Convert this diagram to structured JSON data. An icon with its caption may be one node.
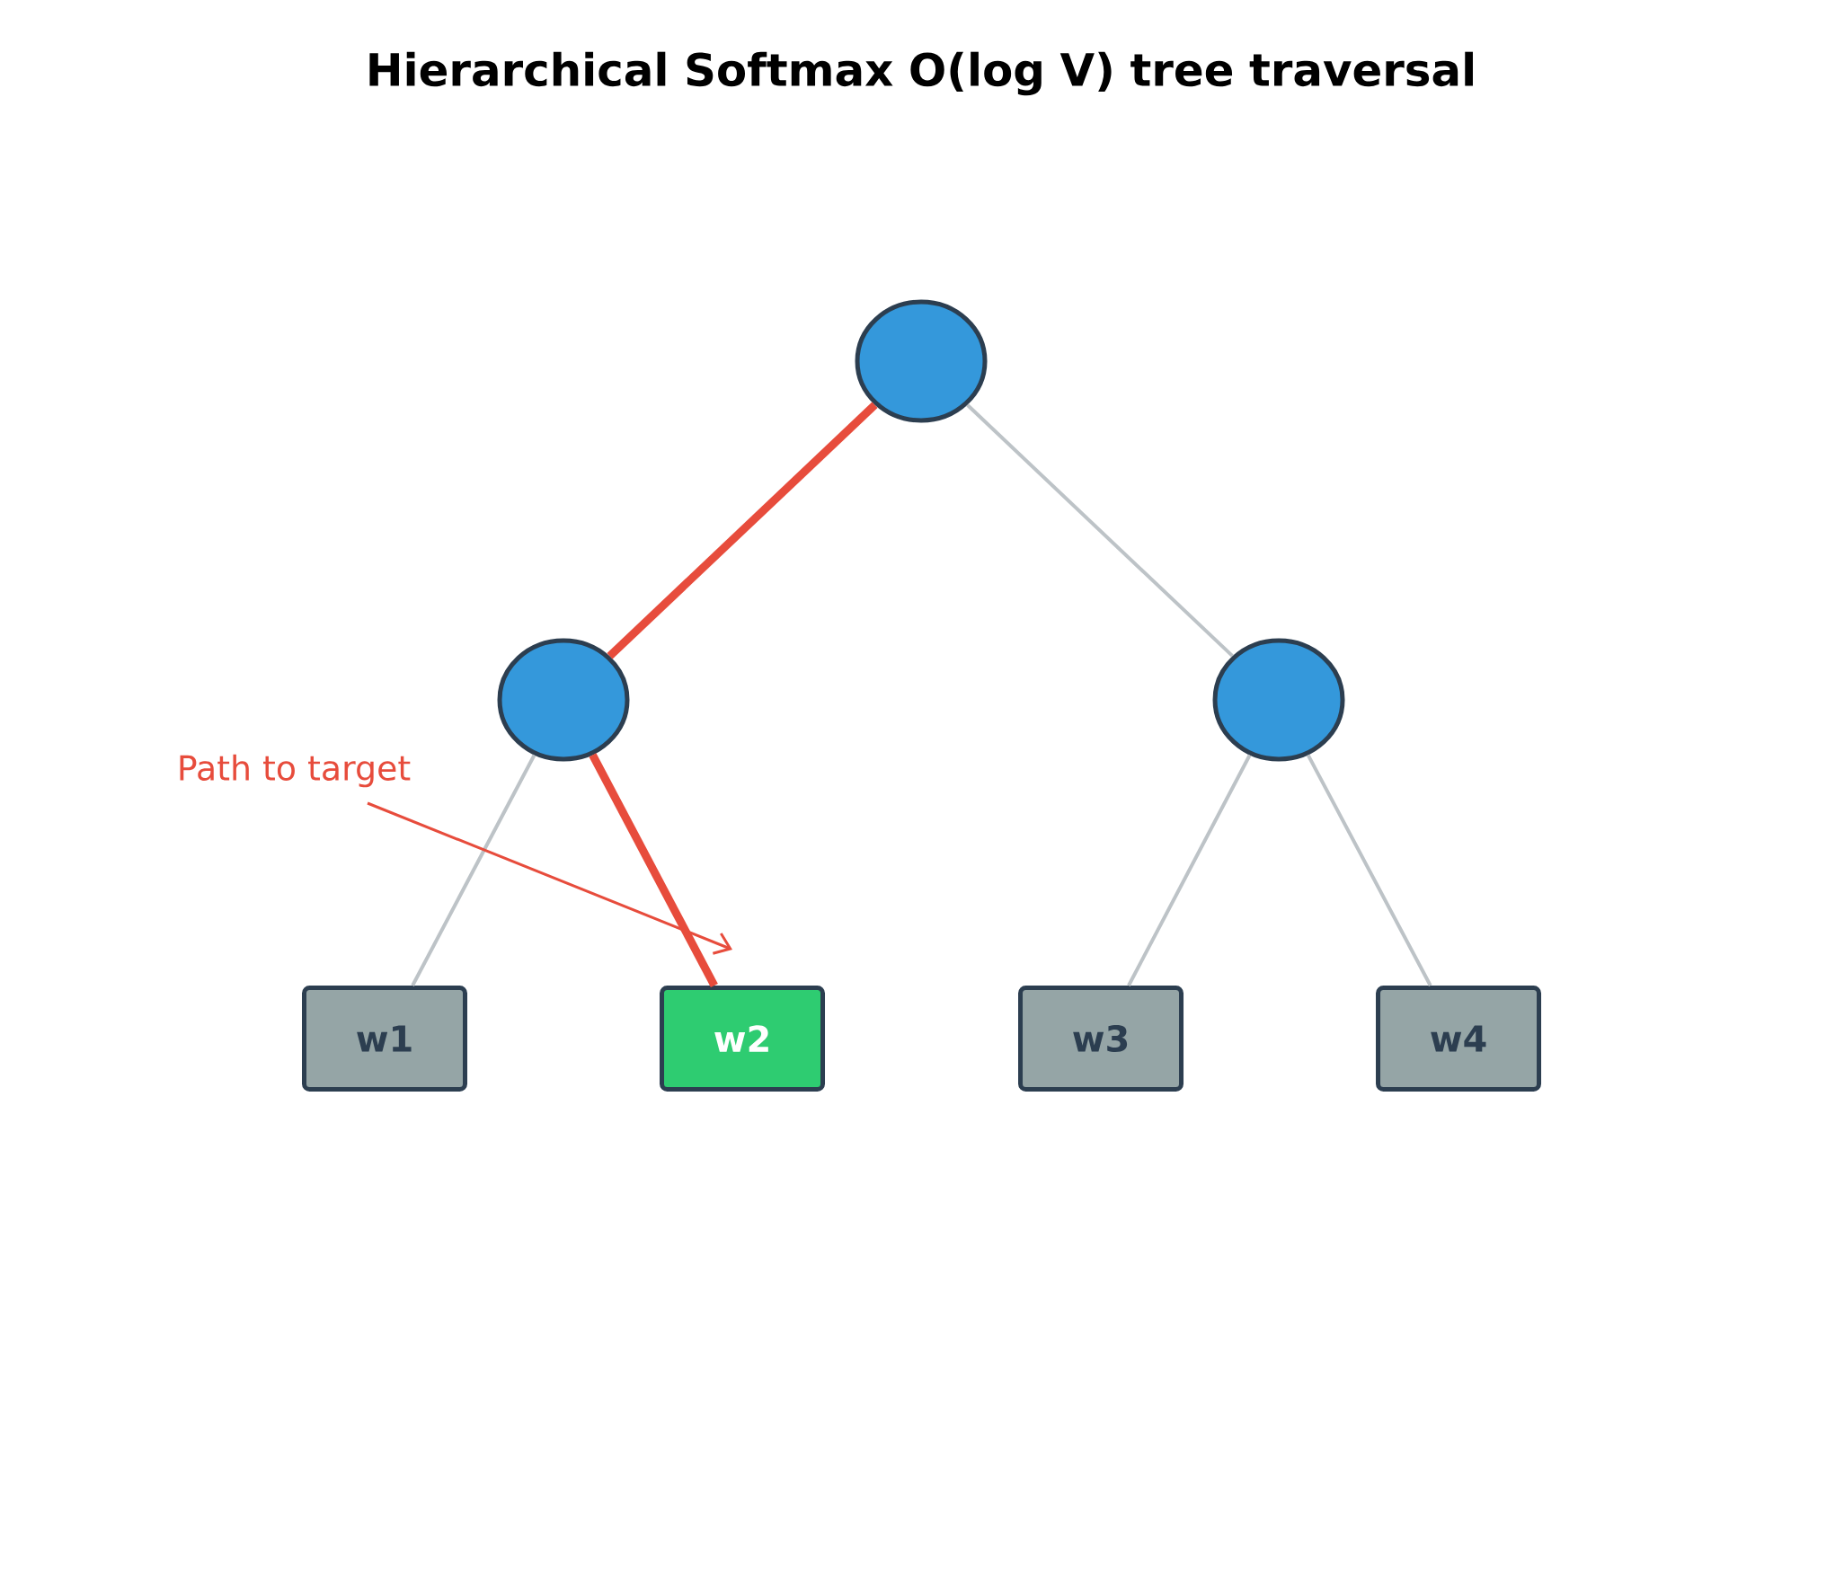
{
  "diagram": {
    "title": "Hierarchical Softmax O(log V) tree traversal",
    "nodes": [
      {
        "text": [],
        "shape": "circle"
      },
      {
        "text": [],
        "shape": "circle"
      },
      {
        "text": [],
        "shape": "circle"
      },
      {
        "text": [
          "w1"
        ]
      },
      {
        "text": [
          "w2"
        ]
      },
      {
        "text": [
          "w3"
        ]
      },
      {
        "text": [
          "w4"
        ]
      },
      {
        "text": [
          "Path to target"
        ]
      }
    ],
    "edges": [
      {
        "from": 0,
        "to": 1,
        "arrow": "none",
        "style": "thick",
        "color": "#e74c3c"
      },
      {
        "from": 0,
        "to": 2,
        "arrow": "none"
      },
      {
        "from": 1,
        "to": 3,
        "arrow": "none"
      },
      {
        "from": 1,
        "to": 4,
        "arrow": "none",
        "style": "thick",
        "color": "#e74c3c"
      },
      {
        "from": 2,
        "to": 5,
        "arrow": "none"
      },
      {
        "from": 2,
        "to": 6,
        "arrow": "none"
      },
      {
        "from": 7,
        "to": null,
        "arrow": "to",
        "color": "#e74c3c"
      }
    ]
  }
}
